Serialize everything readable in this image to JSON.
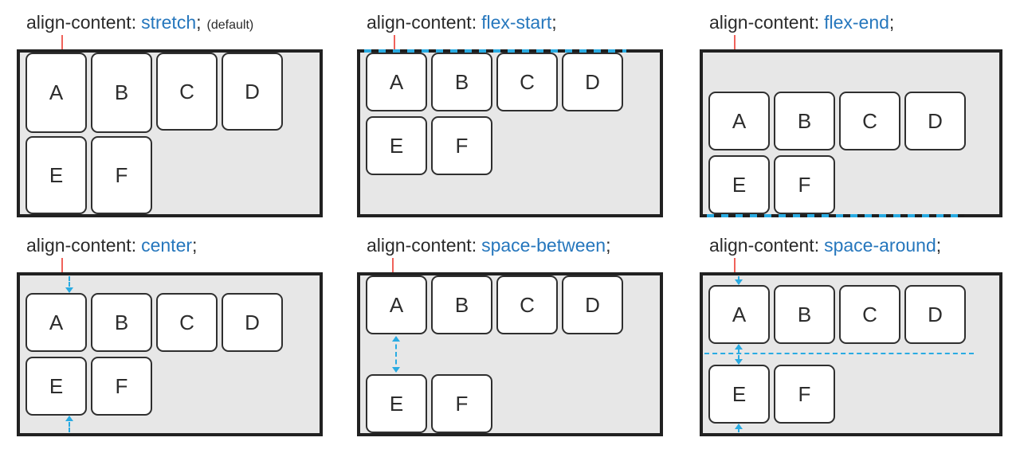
{
  "colors": {
    "value_blue": "#2677bd",
    "guide_cyan": "#29abe2",
    "pointer_red": "#f0625a",
    "container_fill": "#e7e7e7",
    "container_border": "#212121",
    "item_fill": "#ffffff",
    "text_dark": "#2b2b2b"
  },
  "panels": [
    {
      "property": "align-content:",
      "value": "stretch",
      "semicolon": ";",
      "note": "(default)",
      "items": [
        "A",
        "B",
        "C",
        "D",
        "E",
        "F"
      ]
    },
    {
      "property": "align-content:",
      "value": "flex-start",
      "semicolon": ";",
      "items": [
        "A",
        "B",
        "C",
        "D",
        "E",
        "F"
      ]
    },
    {
      "property": "align-content:",
      "value": "flex-end",
      "semicolon": ";",
      "items": [
        "A",
        "B",
        "C",
        "D",
        "E",
        "F"
      ]
    },
    {
      "property": "align-content:",
      "value": "center",
      "semicolon": ";",
      "items": [
        "A",
        "B",
        "C",
        "D",
        "E",
        "F"
      ]
    },
    {
      "property": "align-content:",
      "value": "space-between",
      "semicolon": ";",
      "items": [
        "A",
        "B",
        "C",
        "D",
        "E",
        "F"
      ]
    },
    {
      "property": "align-content:",
      "value": "space-around",
      "semicolon": ";",
      "items": [
        "A",
        "B",
        "C",
        "D",
        "E",
        "F"
      ]
    }
  ]
}
